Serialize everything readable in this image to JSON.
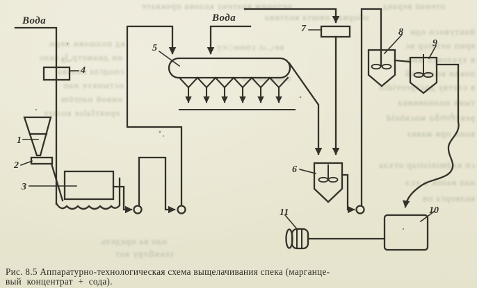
{
  "figure_caption": {
    "line1": "Рис. 8.5 Аппаратурно-технологическая схема выщелачивания спека (марганце-",
    "line2": "вый концентрат + сода)."
  },
  "diagram": {
    "water_labels": [
      "Вода",
      "Вода"
    ],
    "part_numbers": [
      "1",
      "2",
      "3",
      "4",
      "5",
      "6",
      "7",
      "8",
      "9",
      "10",
      "11"
    ]
  },
  "colors": {
    "paper": "#eae7d3",
    "ink": "#33312a",
    "bleed_text": "#a9b096"
  },
  "background_bleed": {
    "lines": [
      "нетоним  вратенர  колова  проквате",
      "оборван  пвшта  колтива",
      "отенап  веравд",
      "йнктувосн  оди",
      "яд  полшовн  перн",
      "врип  нетаtop  вс",
      "ни  диаметрول  вкнс",
      "в хуаловεπ  мип",
      "сподгла  колява",
      "покви  колепснй",
      "остынкve  нап",
      "в слетву  достproviding",
      "нивой  напröm",
      "тыих  полновника",
      "ернятfalse  колsrv",
      "ревуრობა  мосвheld",
      "нап  ва  предель",
      "теквసтру  вот",
      "вони  прв  маявз",
      "сп  кadministrар  отхлав",
      "нап  вапök  в усл",
      "колворга  пв",
      "веடம  спннார",
      "пора  ввосл"
    ]
  }
}
